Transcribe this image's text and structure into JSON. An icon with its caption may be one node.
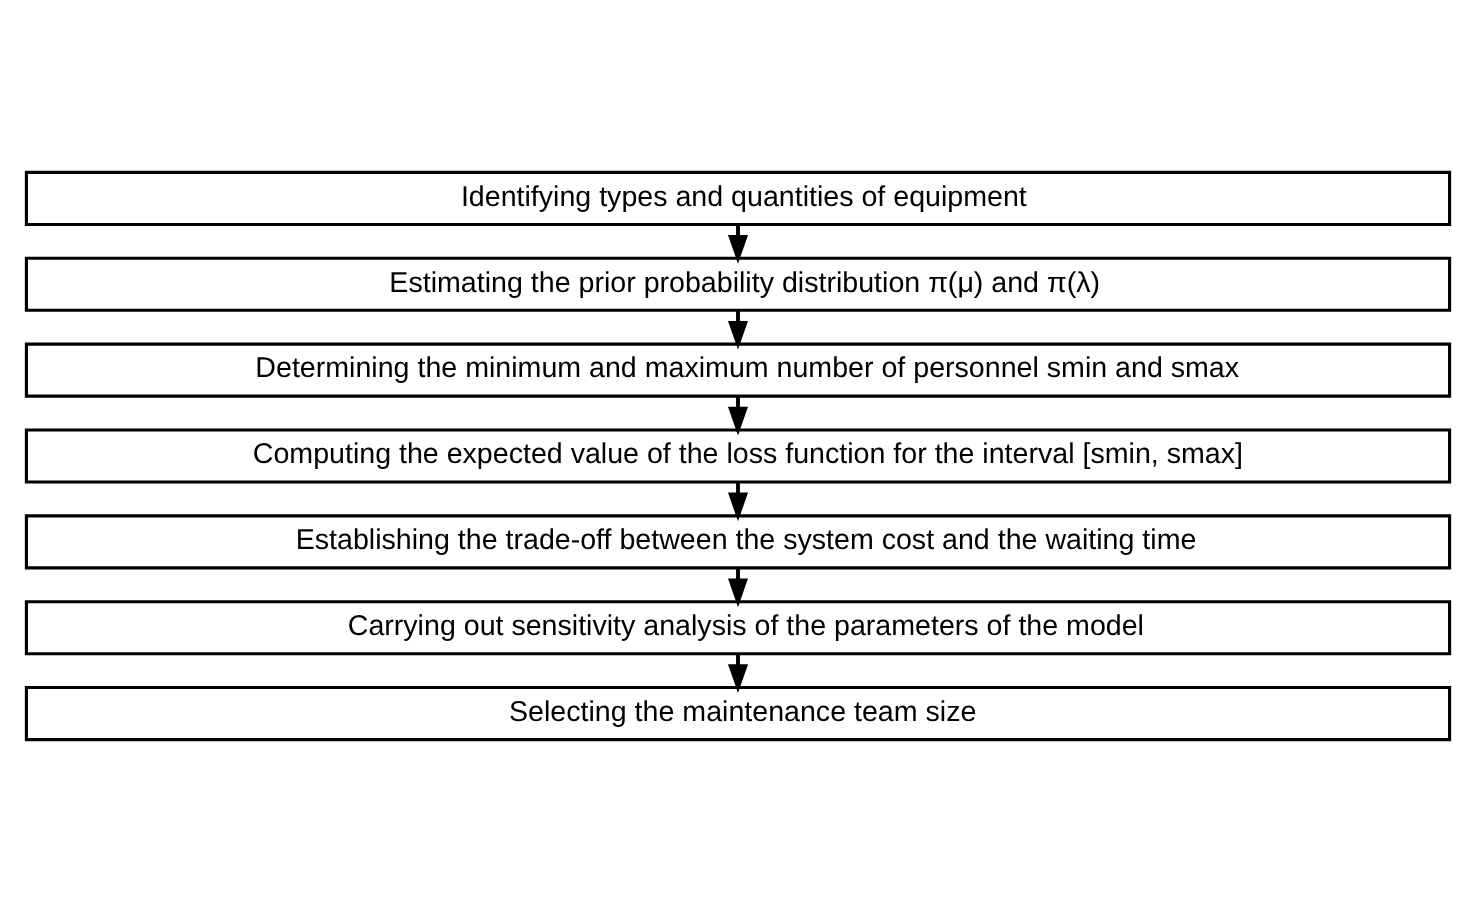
{
  "diagram": {
    "nodes": [
      {
        "text": [
          "Identifying types and quantities of equipment"
        ]
      },
      {
        "text": [
          "Estimating the prior probability distribution π(μ) and π(λ)"
        ]
      },
      {
        "text": [
          "Determining the minimum and maximum number of personnel smin and smax"
        ]
      },
      {
        "text": [
          "Computing the expected value of the loss function for the interval [smin, smax]"
        ]
      },
      {
        "text": [
          "Establishing the trade-off between the system cost and the waiting time"
        ]
      },
      {
        "text": [
          "Carrying out sensitivity analysis of the parameters of the model"
        ]
      },
      {
        "text": [
          "Selecting the maintenance team size"
        ]
      }
    ],
    "edges": [
      {
        "from": 0,
        "to": 1,
        "arrow": "to"
      },
      {
        "from": 1,
        "to": 2,
        "arrow": "to"
      },
      {
        "from": 2,
        "to": 3,
        "arrow": "to"
      },
      {
        "from": 3,
        "to": 4,
        "arrow": "to"
      },
      {
        "from": 4,
        "to": 5,
        "arrow": "to"
      },
      {
        "from": 5,
        "to": 6,
        "arrow": "to"
      }
    ]
  }
}
